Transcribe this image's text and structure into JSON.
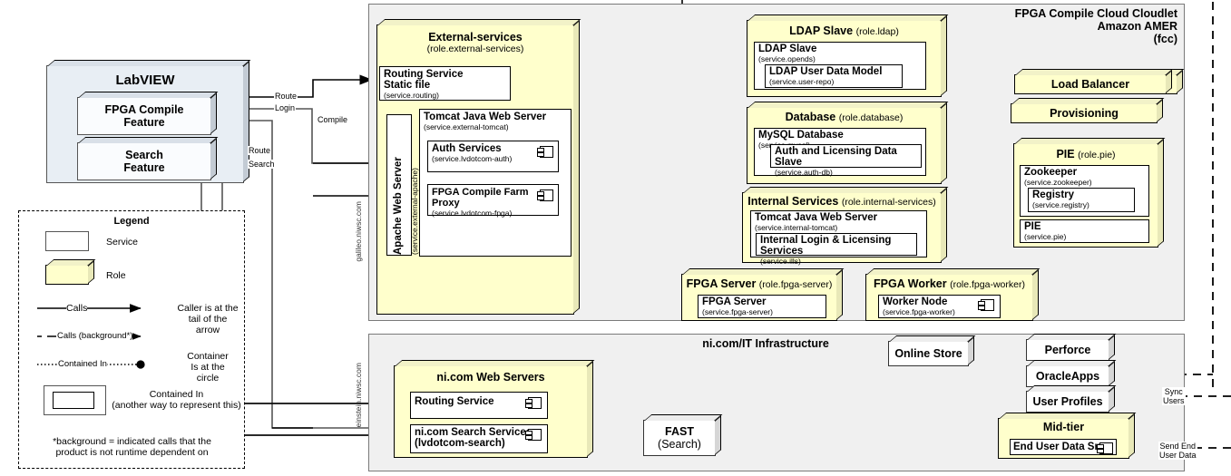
{
  "diagram": {
    "cloudlet": {
      "title_l1": "FPGA Compile Cloud Cloudlet",
      "title_l2": "Amazon AMER",
      "title_l3": "(fcc)"
    },
    "infra_title": "ni.com/IT Infrastructure",
    "host_labels": {
      "galileo": "galileo.niwsc.com",
      "einstein": "einstein.niwsc.com"
    },
    "labview": {
      "title": "LabVIEW",
      "features": [
        {
          "label_l1": "FPGA Compile",
          "label_l2": "Feature"
        },
        {
          "label_l1": "Search",
          "label_l2": "Feature"
        }
      ]
    },
    "edge_labels": {
      "route_top": "Route",
      "login": "Login",
      "compile": "Compile",
      "route_bottom": "Route",
      "search": "Search",
      "sync_users_l1": "Sync",
      "sync_users_l2": "Users",
      "send_end_l1": "Send End",
      "send_end_l2": "User Data"
    },
    "roles": {
      "external_services": {
        "name": "External-services",
        "id": "(role.external-services)",
        "routing": {
          "t1": "Routing Service",
          "t2": "Static file",
          "sub": "(service.routing)"
        },
        "apache": {
          "name": "Apache Web Server",
          "sub": "(service.external-apache)"
        },
        "tomcat": {
          "name": "Tomcat Java Web Server",
          "sub": "(service.external-tomcat)"
        },
        "auth": {
          "name": "Auth Services",
          "sub": "(service.lvdotcom-auth)"
        },
        "fpga_proxy": {
          "name": "FPGA Compile Farm Proxy",
          "sub": "(service.lvdotcom-fpga)"
        }
      },
      "ldap": {
        "name": "LDAP Slave",
        "id": "(role.ldap)",
        "slave": {
          "name": "LDAP Slave",
          "sub": "(service.opends)"
        },
        "userdata": {
          "name": "LDAP User Data Model",
          "sub": "(service.user-repo)"
        }
      },
      "database": {
        "name": "Database",
        "id": "(role.database)",
        "mysql": {
          "name": "MySQL Database",
          "sub": "(service.mysql)"
        },
        "authdb": {
          "name": "Auth and Licensing Data Slave",
          "sub": "(service.auth-db)"
        }
      },
      "internal_services": {
        "name": "Internal Services",
        "id": "(role.internal-services)",
        "tomcat": {
          "name": "Tomcat Java Web Server",
          "sub": "(service.internal-tomcat)"
        },
        "ills": {
          "name": "Internal Login & Licensing Services",
          "sub": "(service.ills)"
        }
      },
      "fpga_server": {
        "name": "FPGA Server",
        "id": "(role.fpga-server)",
        "svc": {
          "name": "FPGA Server",
          "sub": "(service.fpga-server)"
        }
      },
      "fpga_worker": {
        "name": "FPGA Worker",
        "id": "(role.fpga-worker)",
        "svc": {
          "name": "Worker Node",
          "sub": "(service.fpga-worker)"
        }
      },
      "pie": {
        "name": "PIE",
        "id": "(role.pie)",
        "zookeeper": {
          "name": "Zookeeper",
          "sub": "(service.zookeeper)"
        },
        "registry": {
          "name": "Registry",
          "sub": "(service.registry)"
        },
        "pie": {
          "name": "PIE",
          "sub": "(service.pie)"
        }
      },
      "nicom_web": {
        "name": "ni.com Web Servers",
        "routing": {
          "name": "Routing Service"
        },
        "search": {
          "name": "ni.com Search Services",
          "sub": "(lvdotcom-search)"
        }
      },
      "midtier": {
        "name": "Mid-tier",
        "svc": {
          "name": "End User Data Srvs"
        }
      }
    },
    "standalone": {
      "load_balancer": "Load Balancer",
      "provisioning": "Provisioning",
      "online_store": "Online Store",
      "perforce": "Perforce",
      "oracleapps": "OracleApps",
      "user_profiles": "User Profiles",
      "fast_l1": "FAST",
      "fast_l2": "(Search)"
    },
    "legend": {
      "title": "Legend",
      "service": "Service",
      "role": "Role",
      "calls": "Calls",
      "calls_note_l1": "Caller is at the",
      "calls_note_l2": "tail of the",
      "calls_note_l3": "arrow",
      "calls_bg": "Calls (background*)",
      "contained_in": "Contained In",
      "contained_note_l1": "Container",
      "contained_note_l2": "Is at the",
      "contained_note_l3": "circle",
      "contained_alt_l1": "Contained In",
      "contained_alt_l2": "(another way to represent this)",
      "footnote_l1": "*background = indicated calls that the",
      "footnote_l2": "product is not runtime dependent on"
    },
    "colors": {
      "role_fill": "#FFFFCC",
      "panel_fill": "#F0F0F0",
      "labview_fill": "#E8EEF4",
      "service_fill": "#FFFFFF"
    }
  }
}
